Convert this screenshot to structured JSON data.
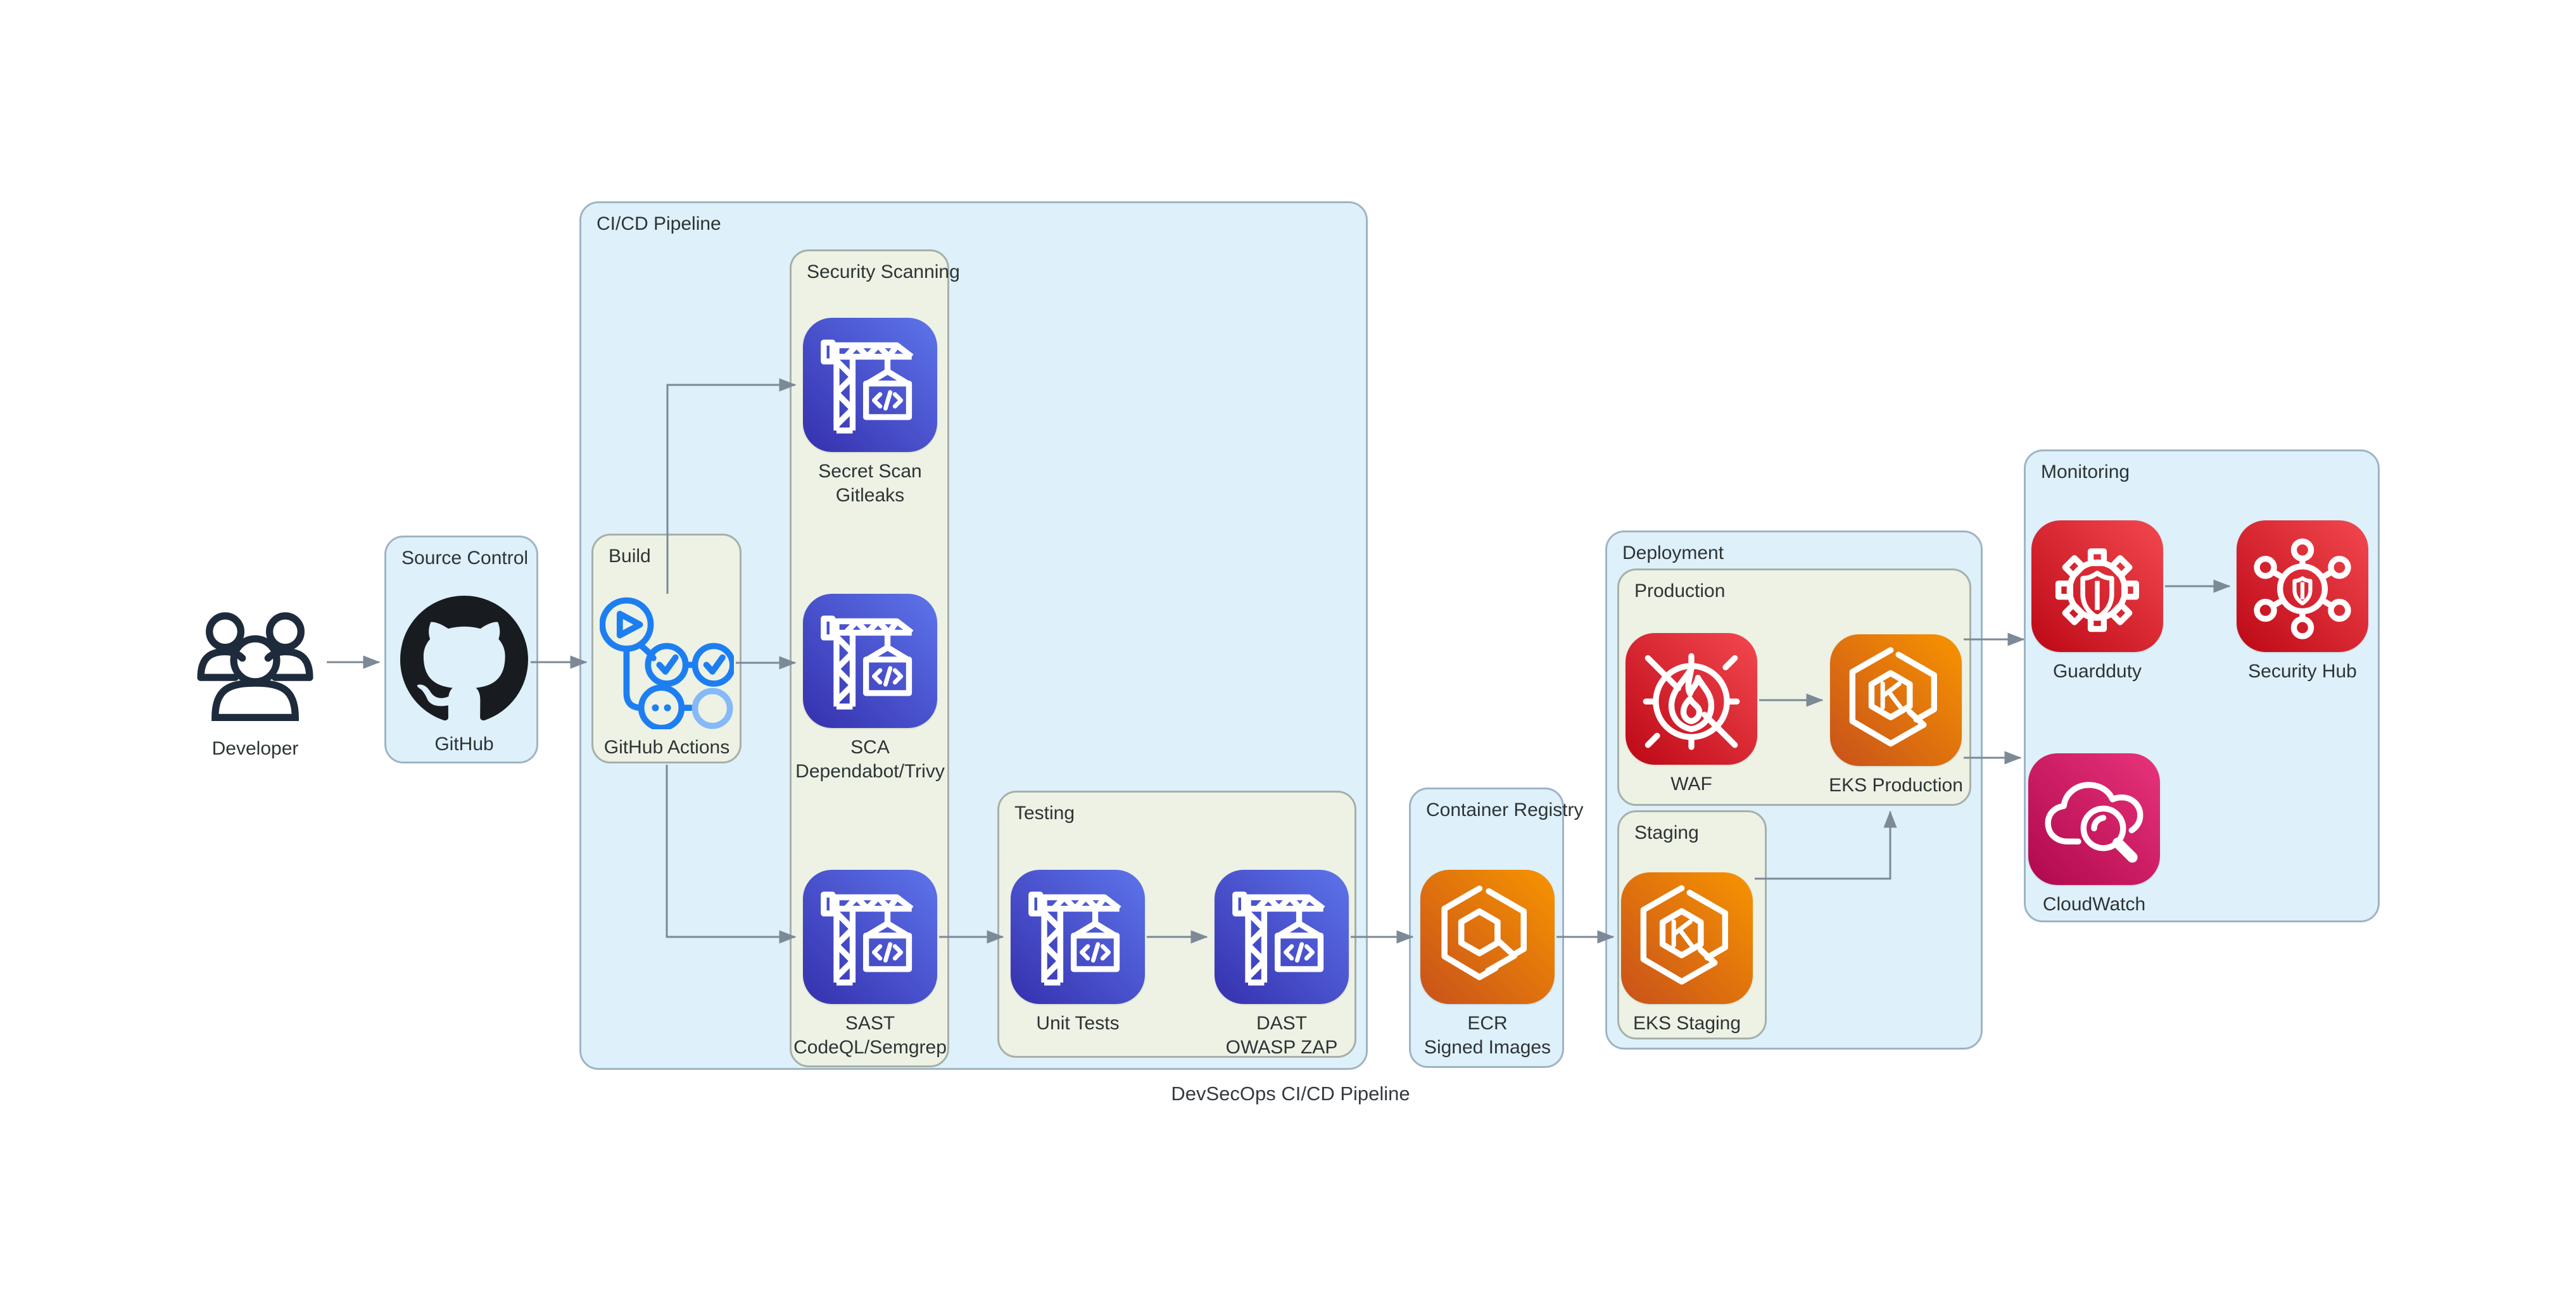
{
  "title": "DevSecOps CI/CD Pipeline",
  "groups": {
    "cicd": {
      "label": "CI/CD Pipeline"
    },
    "source_control": {
      "label": "Source Control"
    },
    "build": {
      "label": "Build"
    },
    "security_scanning": {
      "label": "Security Scanning"
    },
    "testing": {
      "label": "Testing"
    },
    "container_registry": {
      "label": "Container Registry"
    },
    "deployment": {
      "label": "Deployment"
    },
    "production": {
      "label": "Production"
    },
    "staging": {
      "label": "Staging"
    },
    "monitoring": {
      "label": "Monitoring"
    }
  },
  "nodes": {
    "developer": {
      "label": "Developer",
      "icon": "users-icon"
    },
    "github": {
      "label": "GitHub",
      "icon": "github-icon"
    },
    "github_actions": {
      "label": "GitHub Actions",
      "icon": "github-actions-icon"
    },
    "secret_scan": {
      "label": "Secret Scan",
      "label2": "Gitleaks",
      "icon": "build-crane-icon"
    },
    "sca": {
      "label": "SCA",
      "label2": "Dependabot/Trivy",
      "icon": "build-crane-icon"
    },
    "sast": {
      "label": "SAST",
      "label2": "CodeQL/Semgrep",
      "icon": "build-crane-icon"
    },
    "unit_tests": {
      "label": "Unit Tests",
      "icon": "build-crane-icon"
    },
    "dast": {
      "label": "DAST",
      "label2": "OWASP ZAP",
      "icon": "build-crane-icon"
    },
    "ecr": {
      "label": "ECR",
      "label2": "Signed Images",
      "icon": "ecr-registry-icon"
    },
    "waf": {
      "label": "WAF",
      "icon": "waf-firewall-icon"
    },
    "eks_production": {
      "label": "EKS Production",
      "icon": "eks-kubernetes-icon"
    },
    "eks_staging": {
      "label": "EKS Staging",
      "icon": "eks-kubernetes-icon"
    },
    "guardduty": {
      "label": "Guardduty",
      "icon": "guardduty-gear-shield-icon"
    },
    "security_hub": {
      "label": "Security Hub",
      "icon": "security-hub-icon"
    },
    "cloudwatch": {
      "label": "CloudWatch",
      "icon": "cloudwatch-cloud-magnifier-icon"
    }
  },
  "colors": {
    "group_blue_fill": "#def0fa",
    "group_blue_border": "#9fb4c4",
    "group_green_fill": "#edf2e4",
    "group_green_border": "#a6b0aa",
    "tile_blue_gradient_start": "#3530ae",
    "tile_blue_gradient_end": "#5d74ea",
    "tile_orange_gradient_start": "#c8511b",
    "tile_orange_gradient_end": "#f79400",
    "tile_red_gradient_start": "#bd0816",
    "tile_red_gradient_end": "#f2484f",
    "tile_magenta_gradient_start": "#b0084d",
    "tile_magenta_gradient_end": "#e8337a",
    "arrow": "#7c8996",
    "label_text": "#2d3436",
    "github_actions_blue": "#1d7ef2",
    "github_actions_light_blue": "#85b9f7",
    "github_black": "#181c20",
    "developer_outline": "#1e2b3c"
  }
}
